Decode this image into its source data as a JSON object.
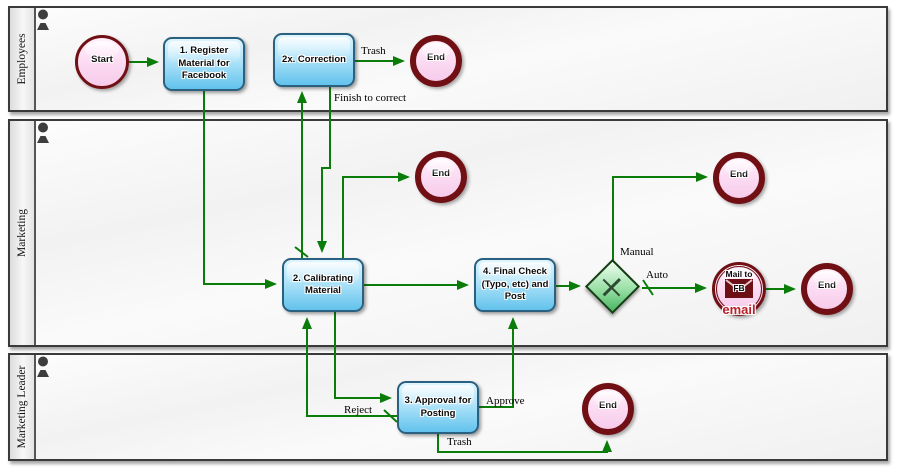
{
  "lanes": [
    {
      "label": "Employees"
    },
    {
      "label": "Marketing"
    },
    {
      "label": "Marketing Leader"
    }
  ],
  "nodes": {
    "start": {
      "label": "Start"
    },
    "register": {
      "label": "1. Register Material for Facebook"
    },
    "correction": {
      "label": "2x. Correction"
    },
    "end_employees": {
      "label": "End"
    },
    "calibrating": {
      "label": "2. Calibrating Material"
    },
    "end_marketing_top": {
      "label": "End"
    },
    "final_check": {
      "label": "4. Final Check (Typo, etc) and Post"
    },
    "end_marketing_manual": {
      "label": "End"
    },
    "mail_event": {
      "title": "Mail to",
      "envelope_text": "FB",
      "caption": "email"
    },
    "end_marketing_auto": {
      "label": "End"
    },
    "approval": {
      "label": "3. Approval for Posting"
    },
    "end_leader": {
      "label": "End"
    }
  },
  "flow_labels": {
    "trash_top": "Trash",
    "finish_to_correct": "Finish to correct",
    "manual": "Manual",
    "auto": "Auto",
    "reject": "Reject",
    "approve": "Approve",
    "trash_bottom": "Trash"
  },
  "colors": {
    "flow_green": "#0a7c0a",
    "task_border": "#2a6080",
    "task_fill": "#62c2ec",
    "event_border": "#701014",
    "event_fill": "#fbd8f1",
    "gateway_fill": "#9ae0a6",
    "gateway_border": "#123c12",
    "email_text": "#b8202a",
    "lane_border": "#3a3a3a"
  }
}
